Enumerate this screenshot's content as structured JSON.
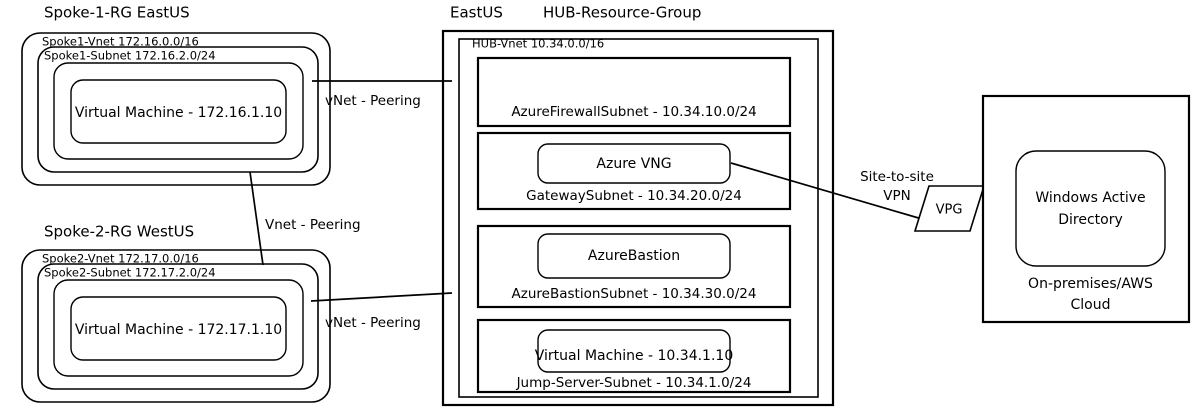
{
  "diagram": {
    "title_bar": {},
    "spoke1": {
      "heading": "Spoke-1-RG EastUS",
      "vnet_label": "Spoke1-Vnet 172.16.0.0/16",
      "subnet_label": "Spoke1-Subnet 172.16.2.0/24",
      "vm_label": "Virtual Machine - 172.16.1.10"
    },
    "spoke2": {
      "heading": "Spoke-2-RG WestUS",
      "vnet_label": "Spoke2-Vnet 172.17.0.0/16",
      "subnet_label": "Spoke2-Subnet 172.17.2.0/24",
      "vm_label": "Virtual Machine - 172.17.1.10"
    },
    "hub": {
      "region": "EastUS",
      "heading": "HUB-Resource-Group",
      "vnet_label": "HUB-Vnet 10.34.0.0/16",
      "subnets": [
        {
          "name": "firewall",
          "label": "AzureFirewallSubnet - 10.34.10.0/24",
          "resource": null
        },
        {
          "name": "gateway",
          "label": "GatewaySubnet - 10.34.20.0/24",
          "resource": "Azure VNG"
        },
        {
          "name": "bastion",
          "label": "AzureBastionSubnet - 10.34.30.0/24",
          "resource": "AzureBastion"
        },
        {
          "name": "jump-server",
          "label": "Jump-Server-Subnet - 10.34.1.0/24",
          "resource": "Virtual Machine - 10.34.1.10"
        }
      ]
    },
    "connections": [
      {
        "name": "peering-spoke1-hub",
        "label": "vNet - Peering"
      },
      {
        "name": "peering-spoke1-spoke2",
        "label": "Vnet - Peering"
      },
      {
        "name": "peering-spoke2-hub",
        "label": "vNet - Peering"
      },
      {
        "name": "site-to-site-vpn",
        "label_line1": "Site-to-site",
        "label_line2": "VPN"
      }
    ],
    "vpg": {
      "label": "VPG"
    },
    "onprem": {
      "resource": "Windows Active",
      "resource_line2": "Directory",
      "caption_line1": "On-premises/AWS",
      "caption_line2": "Cloud"
    },
    "colors": {
      "stroke": "#000000",
      "fill": "#ffffff",
      "background": "#ffffff"
    }
  }
}
